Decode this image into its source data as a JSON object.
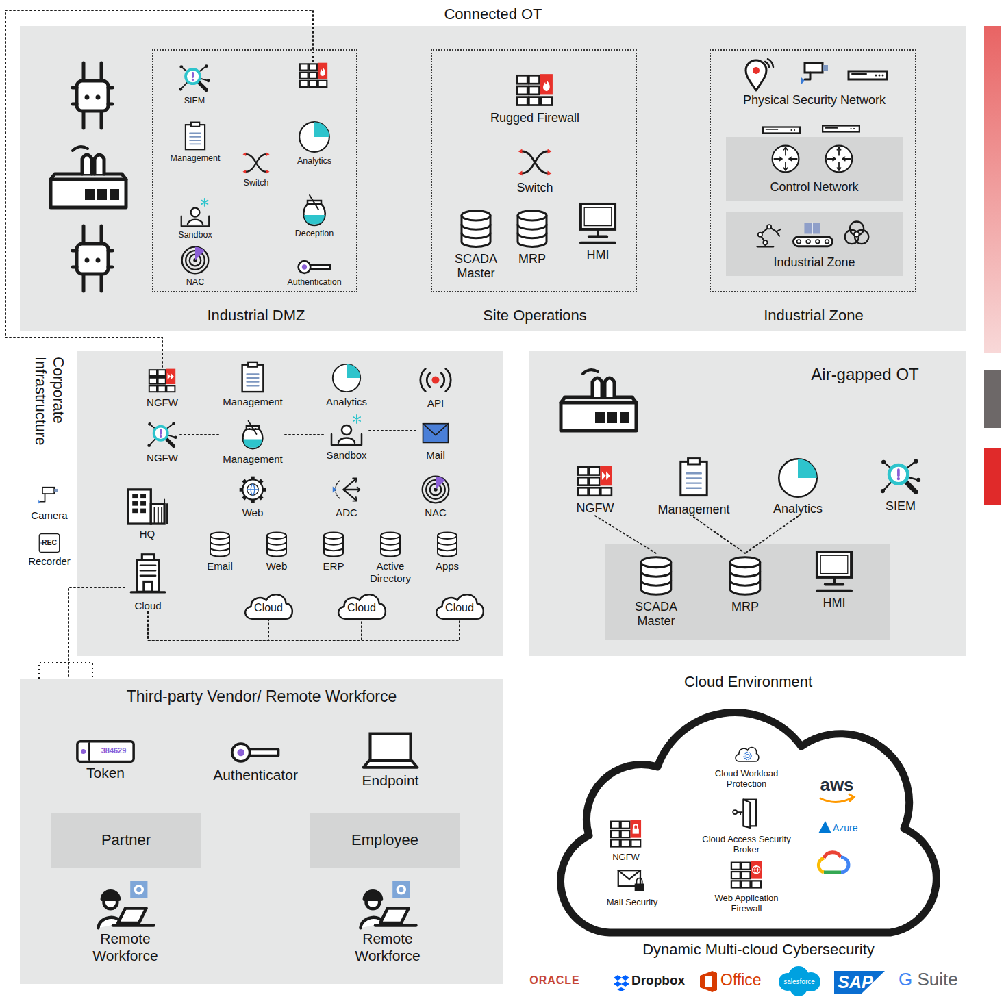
{
  "diagram": {
    "nodes": [
      {
        "text": [
          "Connected OT"
        ]
      },
      {
        "text": [
          "Industrial DMZ"
        ],
        "in": 0
      },
      {
        "text": [
          "SIEM"
        ],
        "in": 1
      },
      {
        "text": [
          "Management"
        ],
        "in": 1
      },
      {
        "text": [
          "Switch"
        ],
        "in": 1
      },
      {
        "text": [
          "Analytics"
        ],
        "in": 1
      },
      {
        "text": [
          "Sandbox"
        ],
        "in": 1
      },
      {
        "text": [
          "Deception"
        ],
        "in": 1
      },
      {
        "text": [
          "NAC"
        ],
        "in": 1
      },
      {
        "text": [
          "Authentication"
        ],
        "in": 1
      },
      {
        "text": [
          "Site Operations"
        ],
        "in": 0
      },
      {
        "text": [
          "Rugged Firewall"
        ],
        "in": 10
      },
      {
        "text": [
          "Switch"
        ],
        "in": 10
      },
      {
        "text": [
          "SCADA Master"
        ],
        "in": 10
      },
      {
        "text": [
          "MRP"
        ],
        "in": 10
      },
      {
        "text": [
          "HMI"
        ],
        "in": 10
      },
      {
        "text": [
          "Industrial Zone"
        ],
        "in": 0
      },
      {
        "text": [
          "Physical Security Network"
        ],
        "in": 16
      },
      {
        "text": [
          "Control Network"
        ],
        "in": 16
      },
      {
        "text": [
          "Industrial Zone"
        ],
        "in": 16
      },
      {
        "text": [
          "Corporate Infrastructure"
        ]
      },
      {
        "text": [
          "NGFW"
        ],
        "in": 20
      },
      {
        "text": [
          "Management"
        ],
        "in": 20
      },
      {
        "text": [
          "Analytics"
        ],
        "in": 20
      },
      {
        "text": [
          "API"
        ],
        "in": 20
      },
      {
        "text": [
          "NGFW"
        ],
        "in": 20
      },
      {
        "text": [
          "Management"
        ],
        "in": 20
      },
      {
        "text": [
          "Sandbox"
        ],
        "in": 20
      },
      {
        "text": [
          "Mail"
        ],
        "in": 20
      },
      {
        "text": [
          "HQ"
        ],
        "in": 20
      },
      {
        "text": [
          "Web"
        ],
        "in": 20
      },
      {
        "text": [
          "ADC"
        ],
        "in": 20
      },
      {
        "text": [
          "NAC"
        ],
        "in": 20
      },
      {
        "text": [
          "Email"
        ],
        "in": 20
      },
      {
        "text": [
          "Web"
        ],
        "in": 20
      },
      {
        "text": [
          "ERP"
        ],
        "in": 20
      },
      {
        "text": [
          "Active Directory"
        ],
        "in": 20
      },
      {
        "text": [
          "Apps"
        ],
        "in": 20
      },
      {
        "text": [
          "Cloud"
        ],
        "in": 20
      },
      {
        "text": [
          "Cloud"
        ],
        "in": 20
      },
      {
        "text": [
          "Cloud"
        ],
        "in": 20
      },
      {
        "text": [
          "Cloud"
        ],
        "in": 20
      },
      {
        "text": [
          "Camera"
        ]
      },
      {
        "text": [
          "Recorder"
        ]
      },
      {
        "text": [
          "Air-gapped OT"
        ]
      },
      {
        "text": [
          "NGFW"
        ],
        "in": 44
      },
      {
        "text": [
          "Management"
        ],
        "in": 44
      },
      {
        "text": [
          "Analytics"
        ],
        "in": 44
      },
      {
        "text": [
          "SIEM"
        ],
        "in": 44
      },
      {
        "text": [
          "SCADA Master"
        ],
        "in": 44
      },
      {
        "text": [
          "MRP"
        ],
        "in": 44
      },
      {
        "text": [
          "HMI"
        ],
        "in": 44
      },
      {
        "text": [
          "Third-party Vendor/ Remote Workforce"
        ]
      },
      {
        "text": [
          "Token"
        ],
        "in": 52
      },
      {
        "text": [
          "Authenticator"
        ],
        "in": 52
      },
      {
        "text": [
          "Endpoint"
        ],
        "in": 52
      },
      {
        "text": [
          "Partner"
        ],
        "in": 52
      },
      {
        "text": [
          "Employee"
        ],
        "in": 52
      },
      {
        "text": [
          "Remote Workforce"
        ],
        "in": 52
      },
      {
        "text": [
          "Remote Workforce"
        ],
        "in": 52
      },
      {
        "text": [
          "Cloud Environment",
          "Dynamic Multi-cloud Cybersecurity"
        ]
      },
      {
        "text": [
          "Cloud Workload Protection"
        ],
        "in": 60
      },
      {
        "text": [
          "NGFW"
        ],
        "in": 60
      },
      {
        "text": [
          "Cloud Access Security Broker"
        ],
        "in": 60
      },
      {
        "text": [
          "Mail Security"
        ],
        "in": 60
      },
      {
        "text": [
          "Web Application Firewall"
        ],
        "in": 60
      }
    ],
    "edges": [
      {
        "from": 1,
        "to": 21,
        "arrow": "none"
      },
      {
        "from": 25,
        "to": 26,
        "arrow": "none"
      },
      {
        "from": 26,
        "to": 27,
        "arrow": "none"
      },
      {
        "from": 27,
        "to": 28,
        "arrow": "none"
      },
      {
        "from": 38,
        "to": 39,
        "arrow": "none"
      },
      {
        "from": 38,
        "to": 40,
        "arrow": "none"
      },
      {
        "from": 38,
        "to": 41,
        "arrow": "none"
      },
      {
        "from": 38,
        "to": 52,
        "arrow": "none"
      },
      {
        "from": 45,
        "to": 49,
        "arrow": "none"
      },
      {
        "from": 46,
        "to": 50,
        "arrow": "none"
      },
      {
        "from": 47,
        "to": 50,
        "arrow": "none"
      }
    ],
    "labels": [
      "384629",
      "REC",
      "aws",
      "Azure",
      "ORACLE",
      "Dropbox",
      "Office",
      "salesforce",
      "SAP",
      "G Suite"
    ]
  }
}
